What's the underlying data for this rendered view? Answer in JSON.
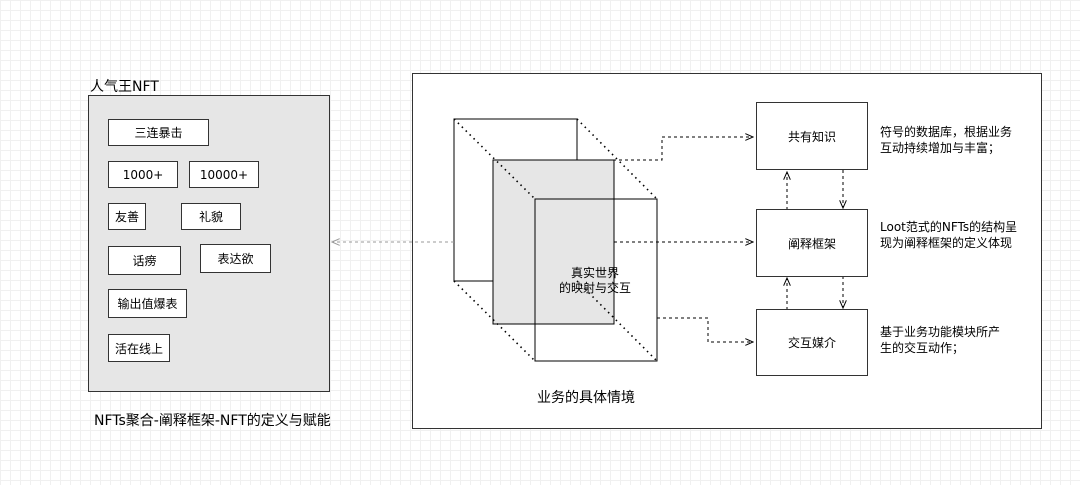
{
  "left": {
    "title": "人气王NFT",
    "chips": [
      "三连暴击",
      "1000+",
      "10000+",
      "友善",
      "礼貌",
      "话痨",
      "表达欲",
      "输出值爆表",
      "活在线上"
    ],
    "caption": "NFTs聚合-阐释框架-NFT的定义与赋能"
  },
  "right": {
    "context_label": "真实世界\n的映射与交互",
    "context_caption": "业务的具体情境",
    "nodes": [
      "共有知识",
      "阐释框架",
      "交互媒介"
    ],
    "descriptions": [
      "符号的数据库，根据业务\n互动持续增加与丰富；",
      "Loot范式的NFTs的结构呈\n现为阐释框架的定义体现",
      "基于业务功能模块所产\n生的交互动作；"
    ]
  },
  "colors": {
    "panel_fill": "#e6e6e6",
    "border": "#333333",
    "arrow_gray": "#999999"
  }
}
